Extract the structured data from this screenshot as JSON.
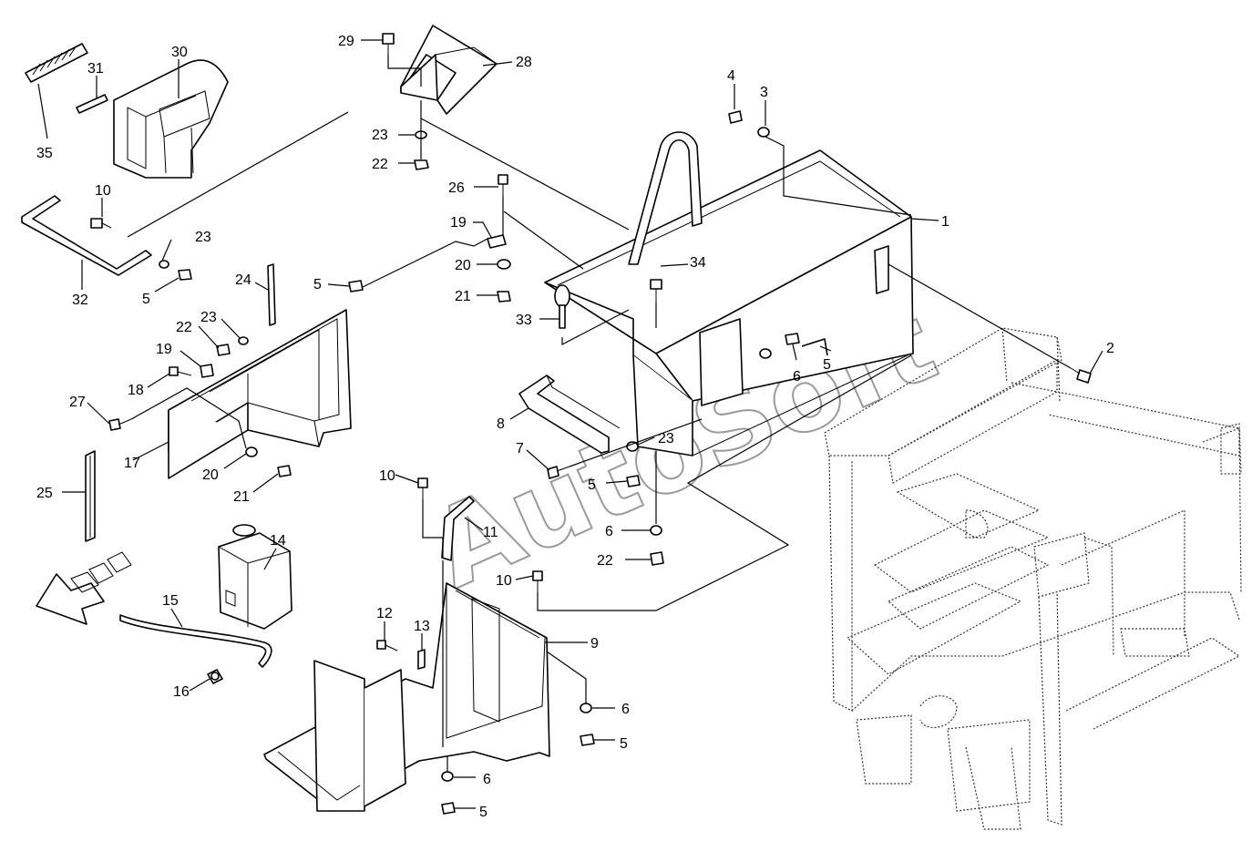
{
  "callouts": [
    {
      "id": "c29",
      "text": "29"
    },
    {
      "id": "c28",
      "text": "28"
    },
    {
      "id": "c30",
      "text": "30"
    },
    {
      "id": "c31",
      "text": "31"
    },
    {
      "id": "c35",
      "text": "35"
    },
    {
      "id": "c4",
      "text": "4"
    },
    {
      "id": "c3",
      "text": "3"
    },
    {
      "id": "c1",
      "text": "1"
    },
    {
      "id": "c23a",
      "text": "23"
    },
    {
      "id": "c22a",
      "text": "22"
    },
    {
      "id": "c26",
      "text": "26"
    },
    {
      "id": "c19a",
      "text": "19"
    },
    {
      "id": "c20a",
      "text": "20"
    },
    {
      "id": "c21a",
      "text": "21"
    },
    {
      "id": "c34",
      "text": "34"
    },
    {
      "id": "c33",
      "text": "33"
    },
    {
      "id": "c10a",
      "text": "10"
    },
    {
      "id": "c23b",
      "text": "23"
    },
    {
      "id": "c5a",
      "text": "5"
    },
    {
      "id": "c32",
      "text": "32"
    },
    {
      "id": "c24",
      "text": "24"
    },
    {
      "id": "c5b",
      "text": "5"
    },
    {
      "id": "c22b",
      "text": "22"
    },
    {
      "id": "c23c",
      "text": "23"
    },
    {
      "id": "c19b",
      "text": "19"
    },
    {
      "id": "c18",
      "text": "18"
    },
    {
      "id": "c27",
      "text": "27"
    },
    {
      "id": "c17",
      "text": "17"
    },
    {
      "id": "c20b",
      "text": "20"
    },
    {
      "id": "c21b",
      "text": "21"
    },
    {
      "id": "c2",
      "text": "2"
    },
    {
      "id": "c6a",
      "text": "6"
    },
    {
      "id": "c5c",
      "text": "5"
    },
    {
      "id": "c8",
      "text": "8"
    },
    {
      "id": "c7",
      "text": "7"
    },
    {
      "id": "c23d",
      "text": "23"
    },
    {
      "id": "c5d",
      "text": "5"
    },
    {
      "id": "c6b",
      "text": "6"
    },
    {
      "id": "c22c",
      "text": "22"
    },
    {
      "id": "c10b",
      "text": "10"
    },
    {
      "id": "c11",
      "text": "11"
    },
    {
      "id": "c25",
      "text": "25"
    },
    {
      "id": "c14",
      "text": "14"
    },
    {
      "id": "c15",
      "text": "15"
    },
    {
      "id": "c16",
      "text": "16"
    },
    {
      "id": "c10c",
      "text": "10"
    },
    {
      "id": "c12",
      "text": "12"
    },
    {
      "id": "c13",
      "text": "13"
    },
    {
      "id": "c9",
      "text": "9"
    },
    {
      "id": "c6c",
      "text": "6"
    },
    {
      "id": "c5e",
      "text": "5"
    },
    {
      "id": "c6d",
      "text": "6"
    },
    {
      "id": "c5f",
      "text": "5"
    }
  ],
  "watermark": "AutoSoft"
}
